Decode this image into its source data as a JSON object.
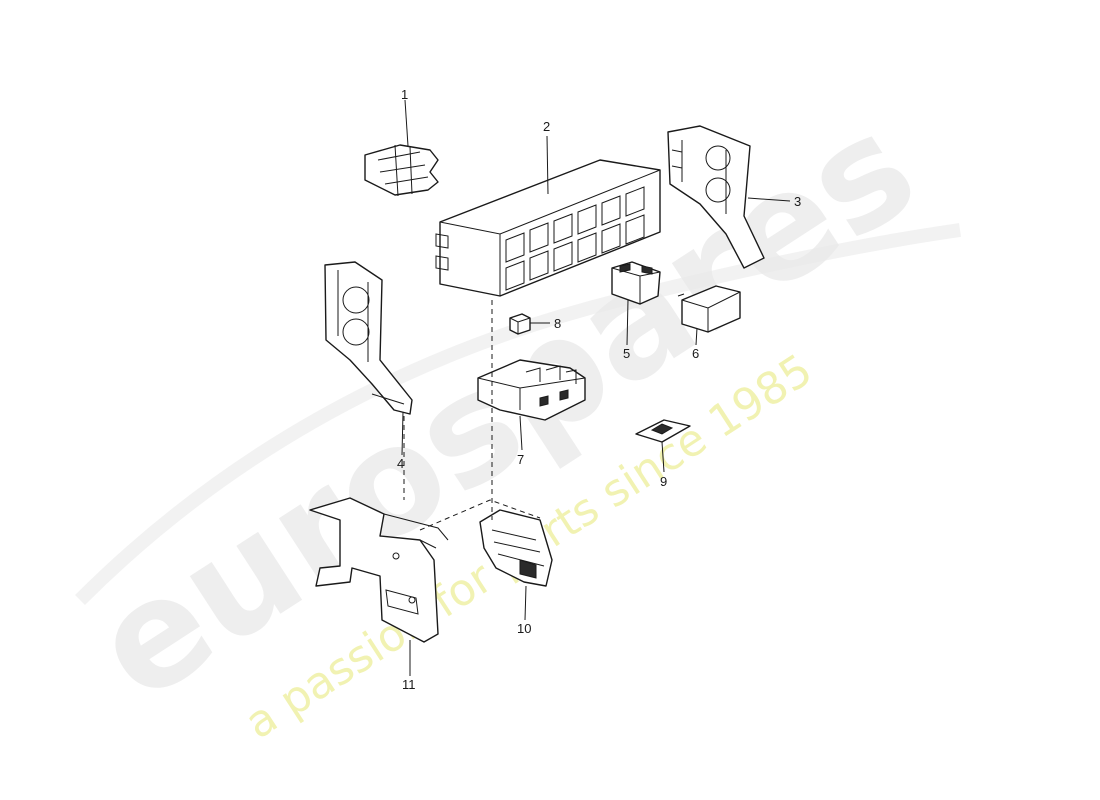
{
  "callouts": [
    "1",
    "2",
    "3",
    "4",
    "5",
    "6",
    "7",
    "8",
    "9",
    "10",
    "11"
  ],
  "watermark": {
    "logo_text": "eurospares",
    "tagline": "a passion for parts since 1985",
    "logo_color": "#e9e9e9",
    "tagline_color": "#eef0a0"
  }
}
